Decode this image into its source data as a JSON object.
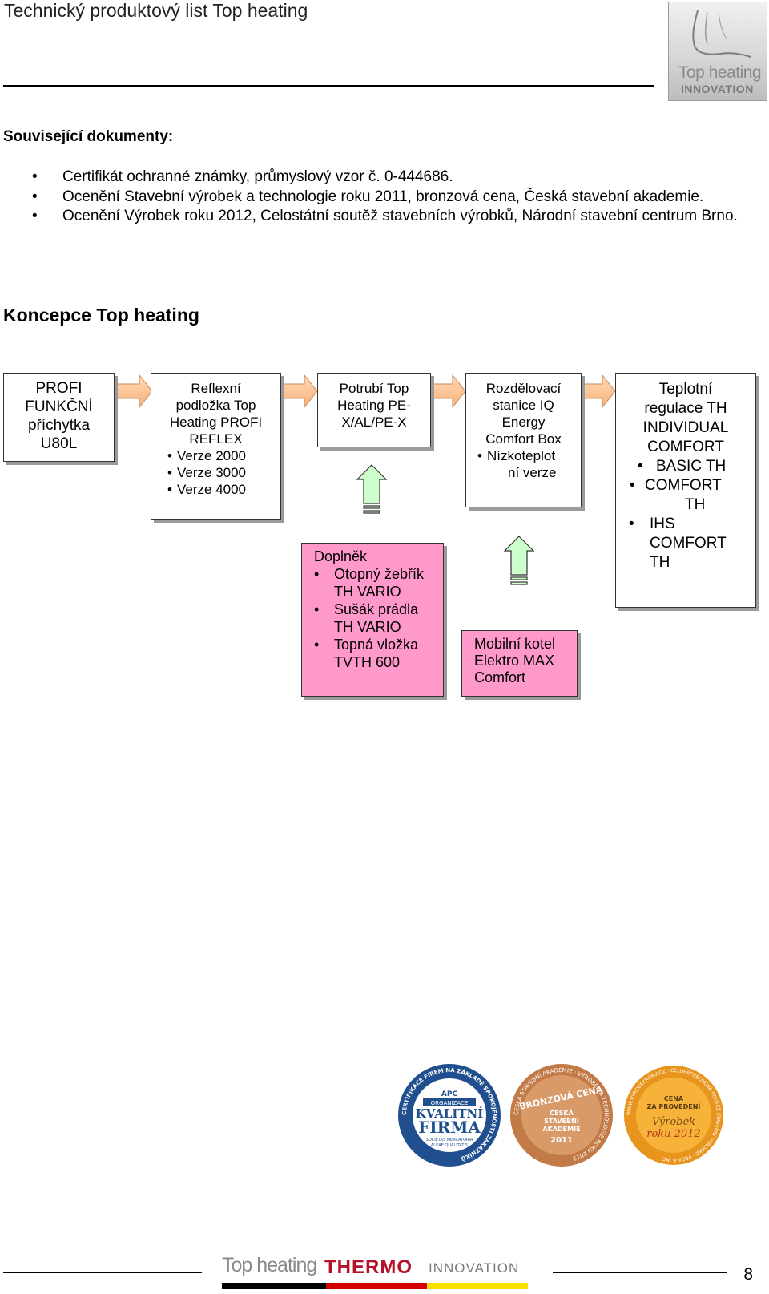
{
  "header": {
    "title": "Technický produktový list Top heating",
    "logo_text_top": "Top heating",
    "logo_text_bottom": "INNOVATION"
  },
  "related": {
    "heading": "Související dokumenty:",
    "items": [
      "Certifikát ochranné známky, průmyslový vzor č. 0-444686.",
      "Ocenění Stavební výrobek a technologie roku 2011, bronzová cena, Česká stavební akademie.",
      "Ocenění Výrobek roku 2012, Celostátní soutěž stavebních výrobků, Národní stavební centrum Brno."
    ]
  },
  "concept": {
    "heading": "Koncepce Top heating",
    "box1": [
      "PROFI",
      "FUNKČNÍ",
      "příchytka",
      "U80L"
    ],
    "box2": {
      "lines": [
        "Reflexní",
        "podložka Top",
        "Heating PROFI",
        "REFLEX"
      ],
      "items": [
        "Verze 2000",
        "Verze 3000",
        "Verze 4000"
      ]
    },
    "box3": [
      "Potrubí Top",
      "Heating PE-",
      "X/AL/PE-X"
    ],
    "box4": {
      "lines": [
        "Rozdělovací",
        "stanice IQ",
        "Energy",
        "Comfort Box"
      ],
      "item_lines": [
        "Nízkoteplot",
        "ní verze"
      ]
    },
    "box5": {
      "lines": [
        "Teplotní",
        "regulace  TH",
        "INDIVIDUAL",
        "COMFORT"
      ],
      "items": [
        [
          "BASIC TH"
        ],
        [
          "COMFORT",
          "TH"
        ],
        [
          "IHS",
          "COMFORT",
          "TH"
        ]
      ]
    },
    "addon": {
      "heading": "Doplněk",
      "items": [
        [
          "Otopný žebřík",
          "TH VARIO"
        ],
        [
          "Sušák prádla",
          "TH VARIO"
        ],
        [
          "Topná vložka",
          "TVTH 600"
        ]
      ]
    },
    "boiler": [
      "Mobilní kotel",
      "Elektro MAX",
      "Comfort"
    ]
  },
  "seals": [
    {
      "ring": "CERTIFIKACE FIREM NA ZÁKLADĚ SPOKOJENOSTI ZÁKAZNÍKŮ",
      "center": [
        "APC",
        "ORGANIZACE",
        "KVALITNÍ",
        "FIRMA",
        "SOCIETAS MERCATORIA",
        "ALEAE QUALITATIS"
      ],
      "color": "#1f4f8f"
    },
    {
      "ring": "ČESKÁ STAVEBNÍ AKADEMIE · VÝROBEK A TECHNOLOGIE ROKU 2011",
      "center": [
        "BRONZOVÁ CENA",
        "ČESKÁ",
        "STAVEBNÍ",
        "AKADEMIE",
        "2011"
      ],
      "color": "#b8693a"
    },
    {
      "ring": "WWW.VYROBEKROKU.CZ · CELOREPUBLIKOVÁ SOUTĚŽ STAVEBNÍ VÝROBKŮ · VEGA & INC",
      "center": [
        "CENA",
        "ZA PROVEDENÍ",
        "Výrobek",
        "roku 2012"
      ],
      "color": "#e8951e"
    }
  ],
  "footer": {
    "brand_top": "Top heating",
    "brand_thermo": "THERMO",
    "brand_innovation": "INNOVATION",
    "page_number": "8"
  }
}
